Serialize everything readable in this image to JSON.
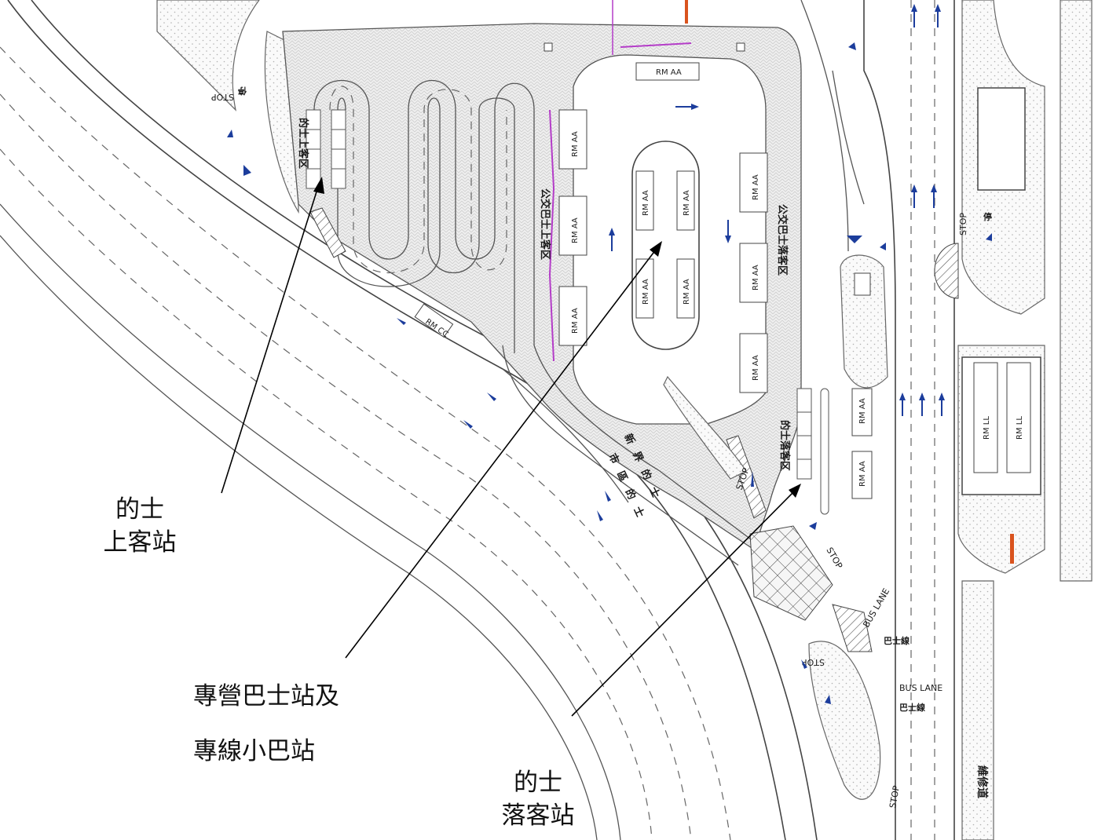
{
  "callouts": {
    "taxi_pickup": {
      "line1": "的士",
      "line2": "上客站"
    },
    "bus_minibus": {
      "line1": "專營巴士站及",
      "line2": "專線小巴站"
    },
    "taxi_dropoff": {
      "line1": "的士",
      "line2": "落客站"
    }
  },
  "plan_labels": {
    "taxi_pickup_zone": "的士上客区",
    "bus_pickup_zone": "公交巴士上客区",
    "bus_dropoff_zone": "公交巴士落客区",
    "taxi_dropoff_zone": "的士落客区",
    "nt_taxi": "新界的士",
    "urban_taxi": "市區的士",
    "maintenance_road": "維修道",
    "bus_lane_en": "BUS LANE",
    "bus_lane_zh": "巴士線",
    "stop_en": "STOP",
    "stop_zh": "停",
    "rm_aa": "RM AA",
    "rm_cc": "RM CC",
    "rm_ll": "RM LL"
  },
  "colors": {
    "arrow": "#1c3d9c",
    "leader": "#000000",
    "magenta_line": "#b43cc8",
    "orange_marker": "#d9531e",
    "road_line": "#555555"
  },
  "icons": [
    "arrow-icon",
    "leader-arrowhead-icon"
  ]
}
